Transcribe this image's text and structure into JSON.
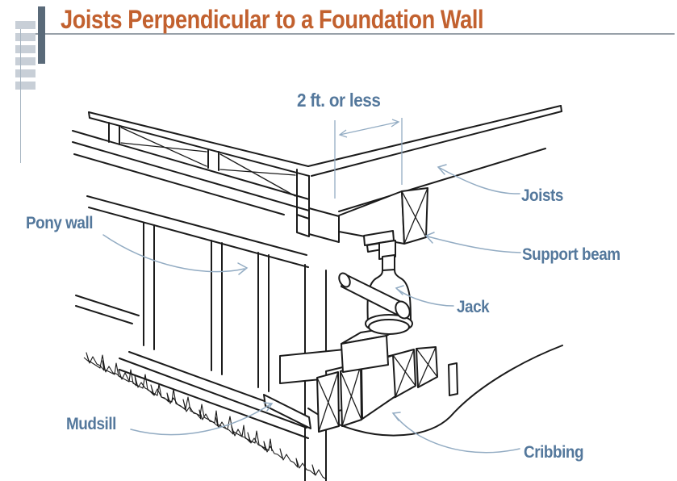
{
  "title": "Joists Perpendicular to a Foundation Wall",
  "diagram": {
    "dimension_note": "2 ft. or less",
    "labels": {
      "pony_wall": "Pony wall",
      "joists": "Joists",
      "support_beam": "Support beam",
      "jack": "Jack",
      "mudsill": "Mudsill",
      "cribbing": "Cribbing"
    }
  },
  "colors": {
    "title_color": "#c2612f",
    "label_color": "#54789c",
    "leader_color": "#93acc3",
    "line_color": "#1b1b1b",
    "bar_dark": "#5a6a79",
    "bar_light": "#c8cfd7",
    "underline_color": "#98a1a9"
  }
}
